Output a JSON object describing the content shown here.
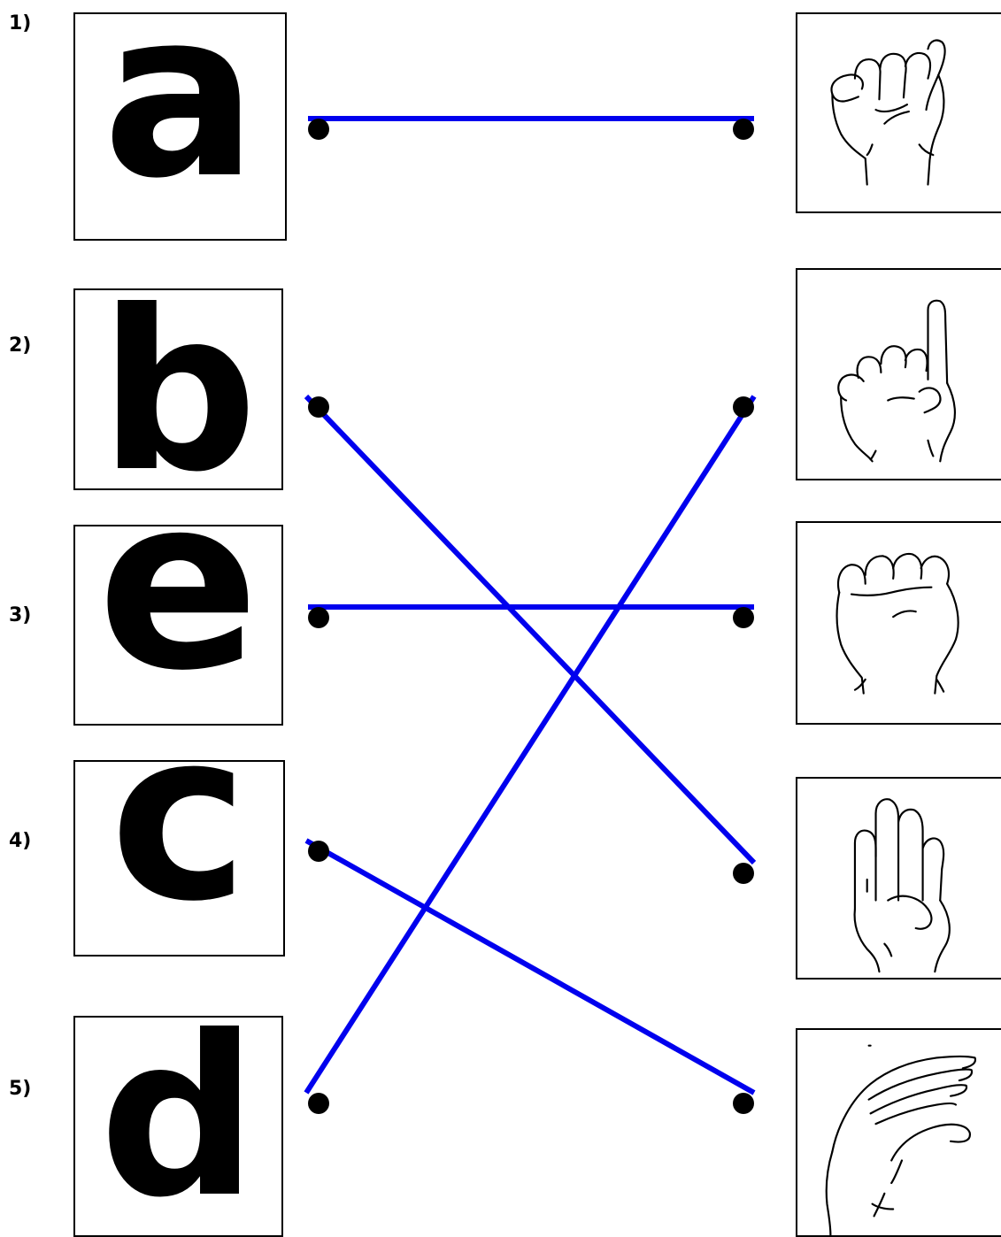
{
  "items": [
    {
      "number": "1)",
      "letter": "a"
    },
    {
      "number": "2)",
      "letter": "b"
    },
    {
      "number": "3)",
      "letter": "e"
    },
    {
      "number": "4)",
      "letter": "c"
    },
    {
      "number": "5)",
      "letter": "d"
    }
  ],
  "signs": [
    {
      "icon": "asl-letter-a-hand-icon"
    },
    {
      "icon": "asl-letter-d-hand-icon"
    },
    {
      "icon": "asl-letter-e-hand-icon"
    },
    {
      "icon": "asl-letter-b-hand-icon"
    },
    {
      "icon": "asl-letter-c-hand-icon"
    }
  ],
  "connections": [
    {
      "from_item": 1,
      "to_sign": 1
    },
    {
      "from_item": 2,
      "to_sign": 4
    },
    {
      "from_item": 3,
      "to_sign": 3
    },
    {
      "from_item": 4,
      "to_sign": 5
    },
    {
      "from_item": 5,
      "to_sign": 2
    }
  ],
  "colors": {
    "line": "#0000ee",
    "dot": "#000000",
    "border": "#000000"
  }
}
